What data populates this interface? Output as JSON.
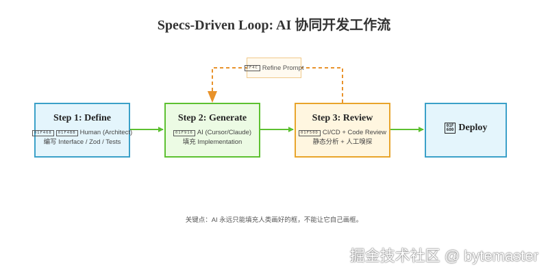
{
  "title": "Specs-Driven Loop: AI 协同开发工作流",
  "colors": {
    "define_border": "#3aa0c8",
    "generate_border": "#5cc030",
    "review_border": "#e8a42a",
    "flow_arrow": "#5cc030",
    "loop_arrow": "#e8922a"
  },
  "steps": {
    "define": {
      "heading": "Step 1: Define",
      "tofu_1": "01F468",
      "tofu_2": "01F4BB",
      "line1": "Human (Architect)",
      "line2": "编写 Interface / Zod / Tests"
    },
    "generate": {
      "heading": "Step 2: Generate",
      "tofu": "01F916",
      "line1": "AI (Cursor/Claude)",
      "line2": "填充 Implementation"
    },
    "review": {
      "heading": "Step 3: Review",
      "tofu": "01F50D",
      "line1": "CI/CD + Code Review",
      "line2": "静态分析 + 人工嗅探"
    },
    "deploy": {
      "tofu_top": "01F",
      "tofu_bottom": "680",
      "heading": "Deploy"
    }
  },
  "feedback": {
    "tofu": "2F4C",
    "label": "Refine Prompt"
  },
  "note": "关键点：AI 永远只能填充人类画好的框，不能让它自己画框。",
  "watermark": "掘金技术社区 @ bytemaster"
}
